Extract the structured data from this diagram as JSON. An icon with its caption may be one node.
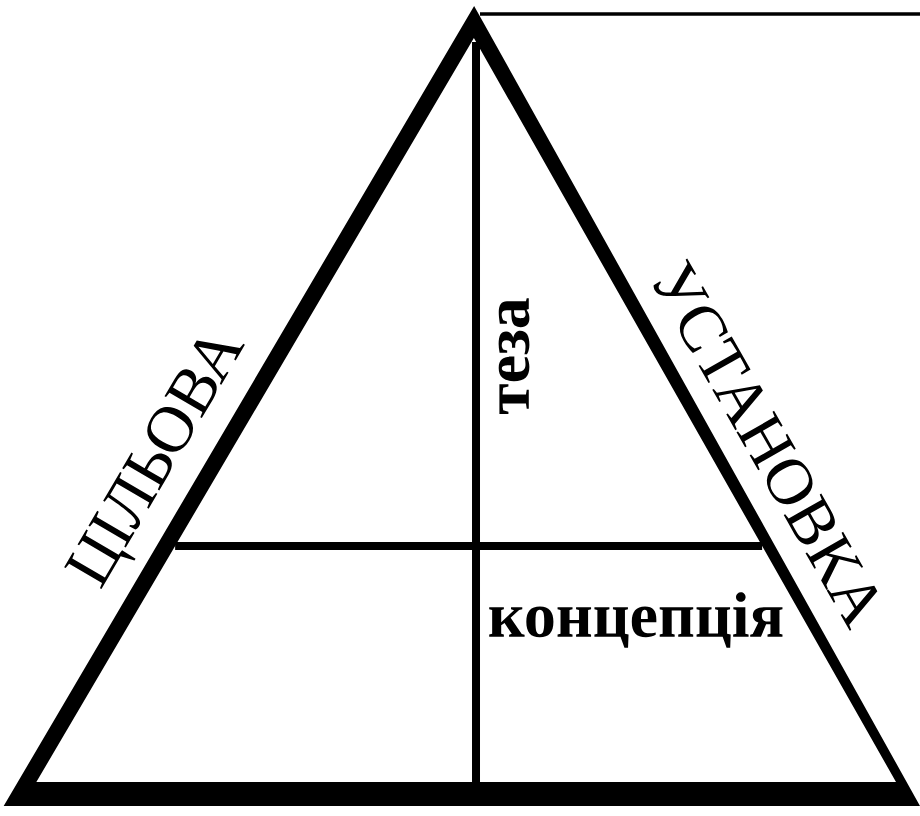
{
  "diagram": {
    "nodes": [
      {
        "text": [
          "теза",
          "концепція"
        ]
      }
    ],
    "labels": [
      "ЦІЛЬОВА",
      "УСТАНОВКА"
    ]
  }
}
